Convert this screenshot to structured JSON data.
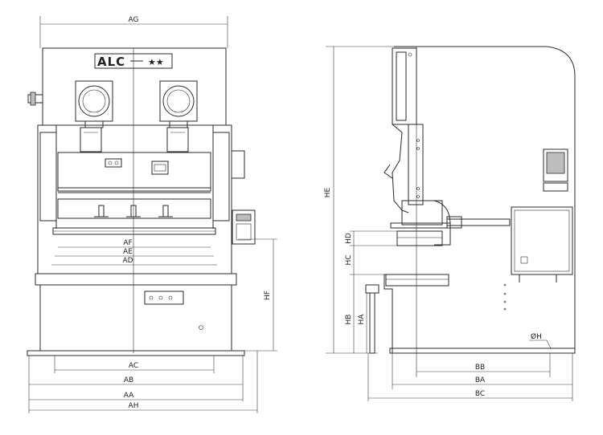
{
  "front_view": {
    "logo_text": "ALC",
    "logo_stars": "★★",
    "dims": {
      "ag": "AG",
      "af": "AF",
      "ae": "AE",
      "ad": "AD",
      "hf": "HF",
      "ac": "AC",
      "ab": "AB",
      "aa": "AA",
      "ah": "AH"
    }
  },
  "side_view": {
    "dims": {
      "he": "HE",
      "hd": "HD",
      "hc": "HC",
      "hb": "HB",
      "ha": "HA",
      "bb": "BB",
      "ba": "BA",
      "bc": "BC",
      "phi_h": "ØH"
    }
  }
}
